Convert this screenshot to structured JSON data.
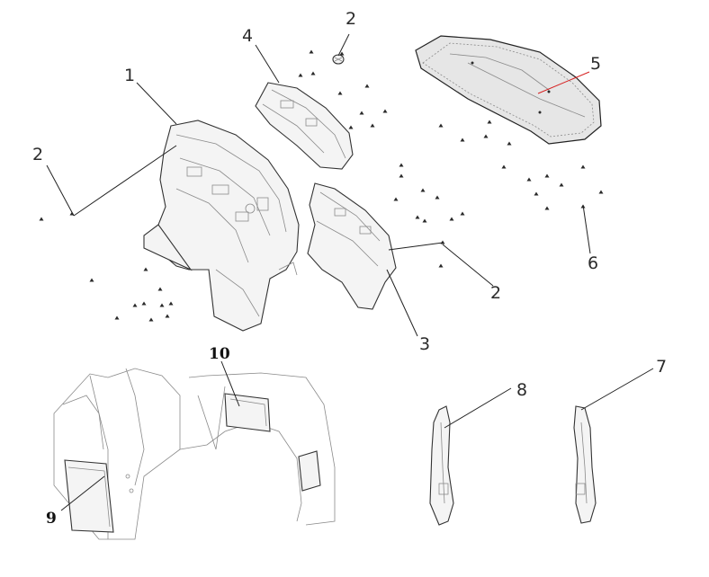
{
  "callouts": {
    "c1": "1",
    "c2a": "2",
    "c2b": "2",
    "c2c": "2",
    "c3": "3",
    "c4": "4",
    "c5": "5",
    "c6": "6",
    "c7": "7",
    "c8": "8",
    "c9": "9",
    "c10": "10"
  },
  "colors": {
    "line": "#222222",
    "part_fill": "#f4f4f4",
    "pad_fill": "#e9e9e9",
    "pad_stripe": "#ffffff",
    "highlight_leader": "#d62020"
  }
}
